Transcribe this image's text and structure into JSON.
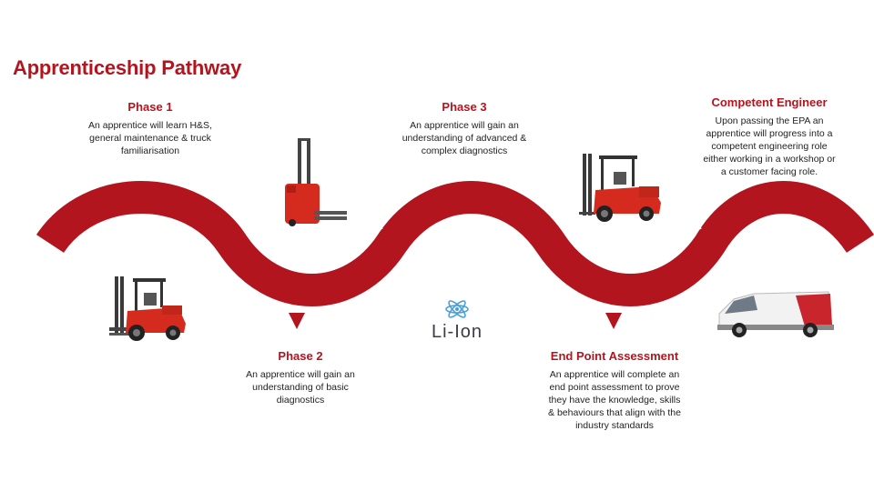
{
  "title": "Apprenticeship Pathway",
  "colors": {
    "accent": "#b3151f",
    "text": "#222222",
    "logo_blue": "#4a9fd8"
  },
  "phases": [
    {
      "title": "Phase 1",
      "description": "An apprentice will learn H&S,\ngeneral maintenance & truck\nfamiliarisation"
    },
    {
      "title": "Phase 2",
      "description": "An apprentice will gain an\nunderstanding of basic\ndiagnostics"
    },
    {
      "title": "Phase 3",
      "description": "An apprentice will gain an\nunderstanding of advanced &\ncomplex diagnostics"
    },
    {
      "title": "End Point Assessment",
      "description": "An apprentice will complete an\nend point assessment to prove\nthey have the knowledge, skills\n& behaviours that align with the\nindustry standards"
    },
    {
      "title": "Competent Engineer",
      "description": "Upon passing the EPA an\napprentice will progress into a\ncompetent engineering role\neither working in a workshop or\na customer facing role."
    }
  ],
  "logo": {
    "text": "Li-Ion"
  },
  "images": [
    "counterbalance-forklift",
    "pallet-stacker",
    "compact-forklift",
    "service-van"
  ]
}
